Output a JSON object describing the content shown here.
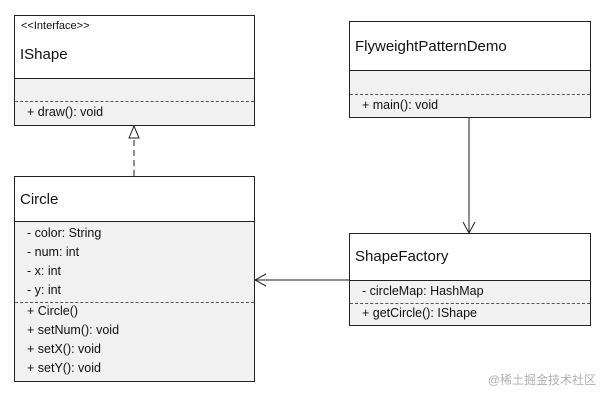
{
  "classes": {
    "ishape": {
      "stereotype": "<<Interface>>",
      "name": "IShape",
      "methods": [
        "+ draw(): void"
      ]
    },
    "demo": {
      "name": "FlyweightPatternDemo",
      "methods": [
        "+ main(): void"
      ]
    },
    "circle": {
      "name": "Circle",
      "attributes": [
        "- color: String",
        "- num: int",
        "- x: int",
        "- y: int"
      ],
      "methods": [
        "+ Circle()",
        "+ setNum(): void",
        "+ setX(): void",
        "+ setY(): void"
      ]
    },
    "factory": {
      "name": "ShapeFactory",
      "attributes": [
        "- circleMap: HashMap"
      ],
      "methods": [
        "+ getCircle(): IShape"
      ]
    }
  },
  "watermark": "@稀土掘金技术社区"
}
